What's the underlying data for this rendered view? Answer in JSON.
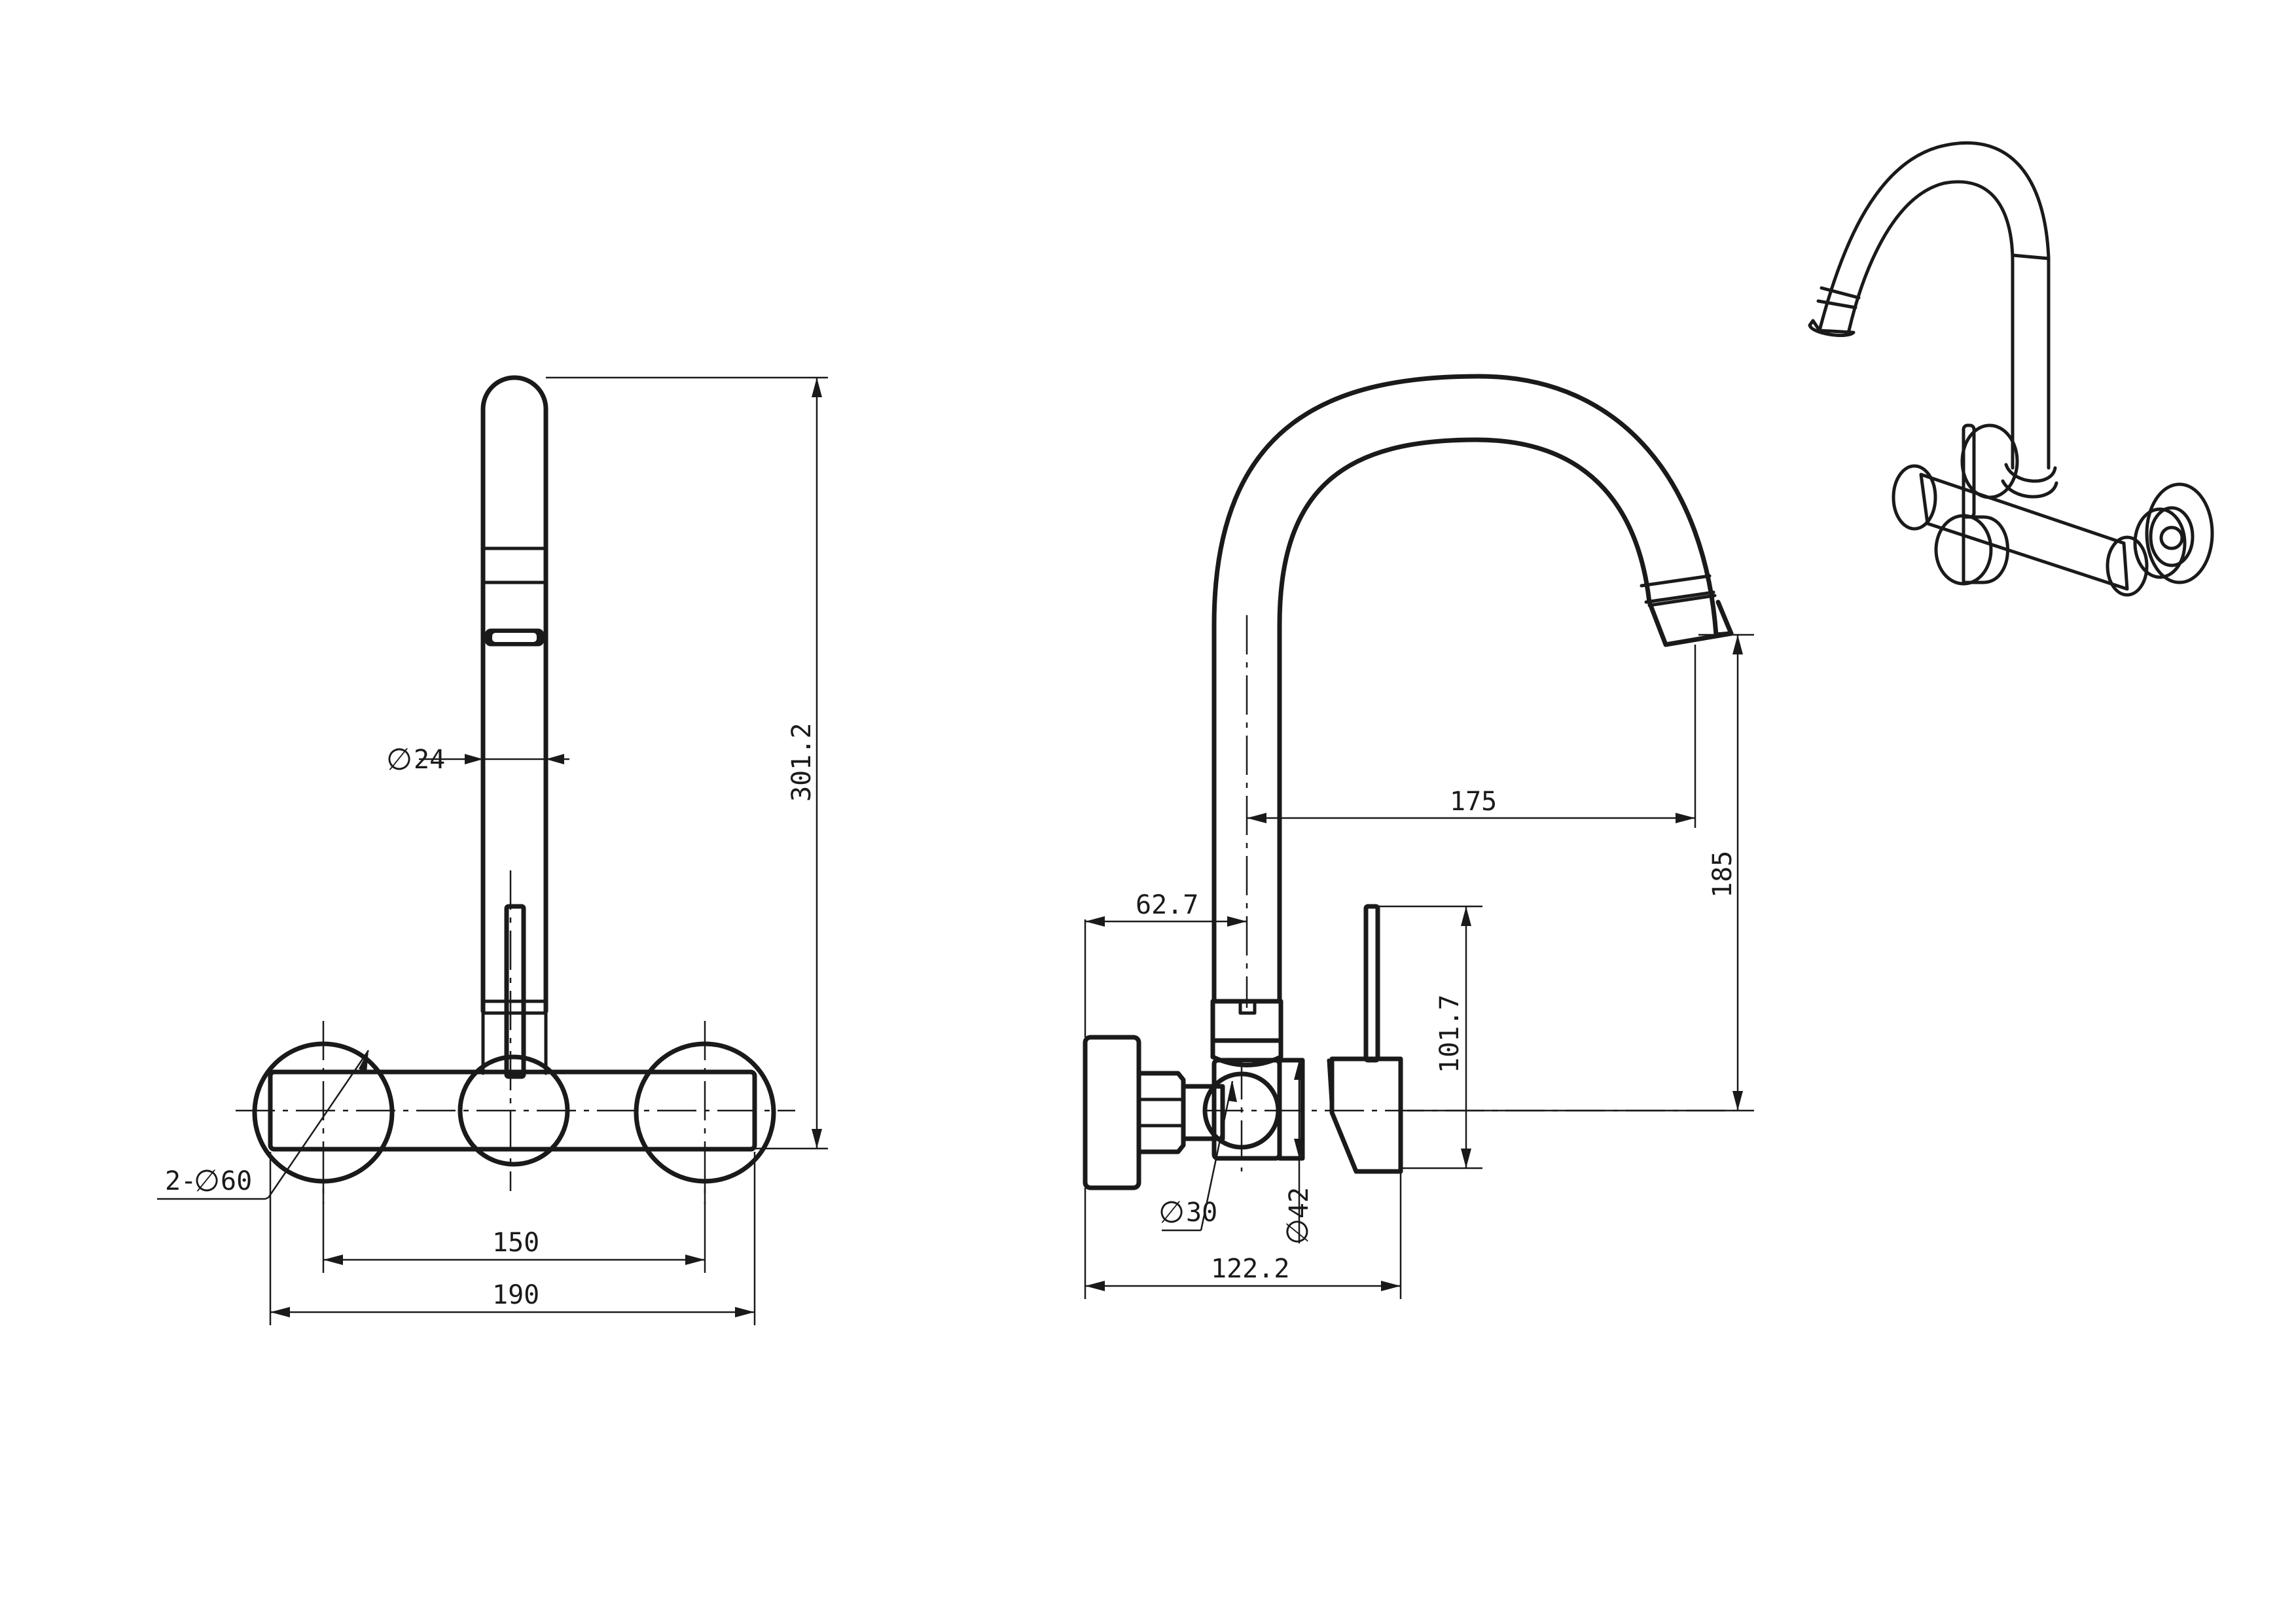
{
  "dimensions": {
    "front": {
      "spout_diameter": {
        "symbol": "∅",
        "value": "24"
      },
      "height": "301.2",
      "flange_diameter": {
        "prefix": "2-",
        "symbol": "∅",
        "value": "60"
      },
      "center_distance": "150",
      "overall_width": "190"
    },
    "side": {
      "spout_reach": "175",
      "spout_height": "185",
      "wall_offset": "62.7",
      "handle_height": "101.7",
      "connector_diameter": {
        "symbol": "∅",
        "value": "30"
      },
      "body_diameter": {
        "symbol": "∅",
        "value": "42"
      },
      "overall_depth": "122.2"
    }
  },
  "colors": {
    "line": "#1a1a1a",
    "background": "#ffffff"
  }
}
